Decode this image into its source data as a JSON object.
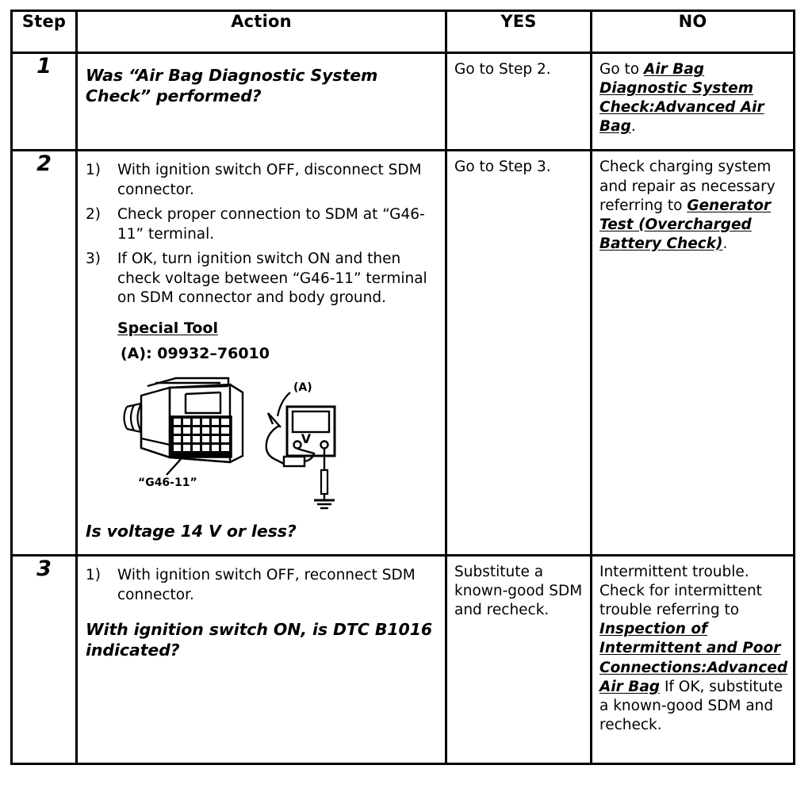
{
  "table": {
    "headers": {
      "step": "Step",
      "action": "Action",
      "yes": "YES",
      "no": "NO"
    },
    "rows": [
      {
        "step": "1",
        "action": {
          "question": "Was “Air Bag Diagnostic System Check” performed?"
        },
        "yes": {
          "text": "Go to Step 2."
        },
        "no": {
          "prefix": "Go to ",
          "ref": "Air Bag Diagnostic System Check:Advanced Air Bag",
          "suffix": "."
        }
      },
      {
        "step": "2",
        "action": {
          "items": [
            {
              "num": "1)",
              "text": "With ignition switch OFF, disconnect SDM connector."
            },
            {
              "num": "2)",
              "text": "Check proper connection to SDM at “G46-11” terminal."
            },
            {
              "num": "3)",
              "text": "If OK, turn ignition switch ON and then check voltage between “G46-11” terminal on SDM connector and body ground."
            }
          ],
          "special_tool_title": "Special Tool",
          "special_tool_code": "(A): 09932–76010",
          "figure": {
            "connector_label": "“G46-11”",
            "meter_label": "(A)",
            "meter_display_symbol": "V"
          },
          "question": "Is voltage 14 V or less?"
        },
        "yes": {
          "text": "Go to Step 3."
        },
        "no": {
          "prefix": "Check charging system and repair as necessary referring to ",
          "ref": "Generator Test (Overcharged Battery Check)",
          "suffix": "."
        }
      },
      {
        "step": "3",
        "action": {
          "items": [
            {
              "num": "1)",
              "text": "With ignition switch OFF, reconnect SDM connector."
            }
          ],
          "question": "With ignition switch ON, is DTC B1016 indicated?"
        },
        "yes": {
          "text": "Substitute a known-good SDM and recheck."
        },
        "no": {
          "prefix": "Intermittent trouble. Check for intermittent trouble referring to ",
          "ref": "Inspection of Intermittent and Poor Connections:Advanced Air Bag",
          "suffix": " If OK, substitute a known-good SDM and recheck."
        }
      }
    ]
  },
  "colors": {
    "ink": "#000000",
    "paper": "#ffffff"
  }
}
